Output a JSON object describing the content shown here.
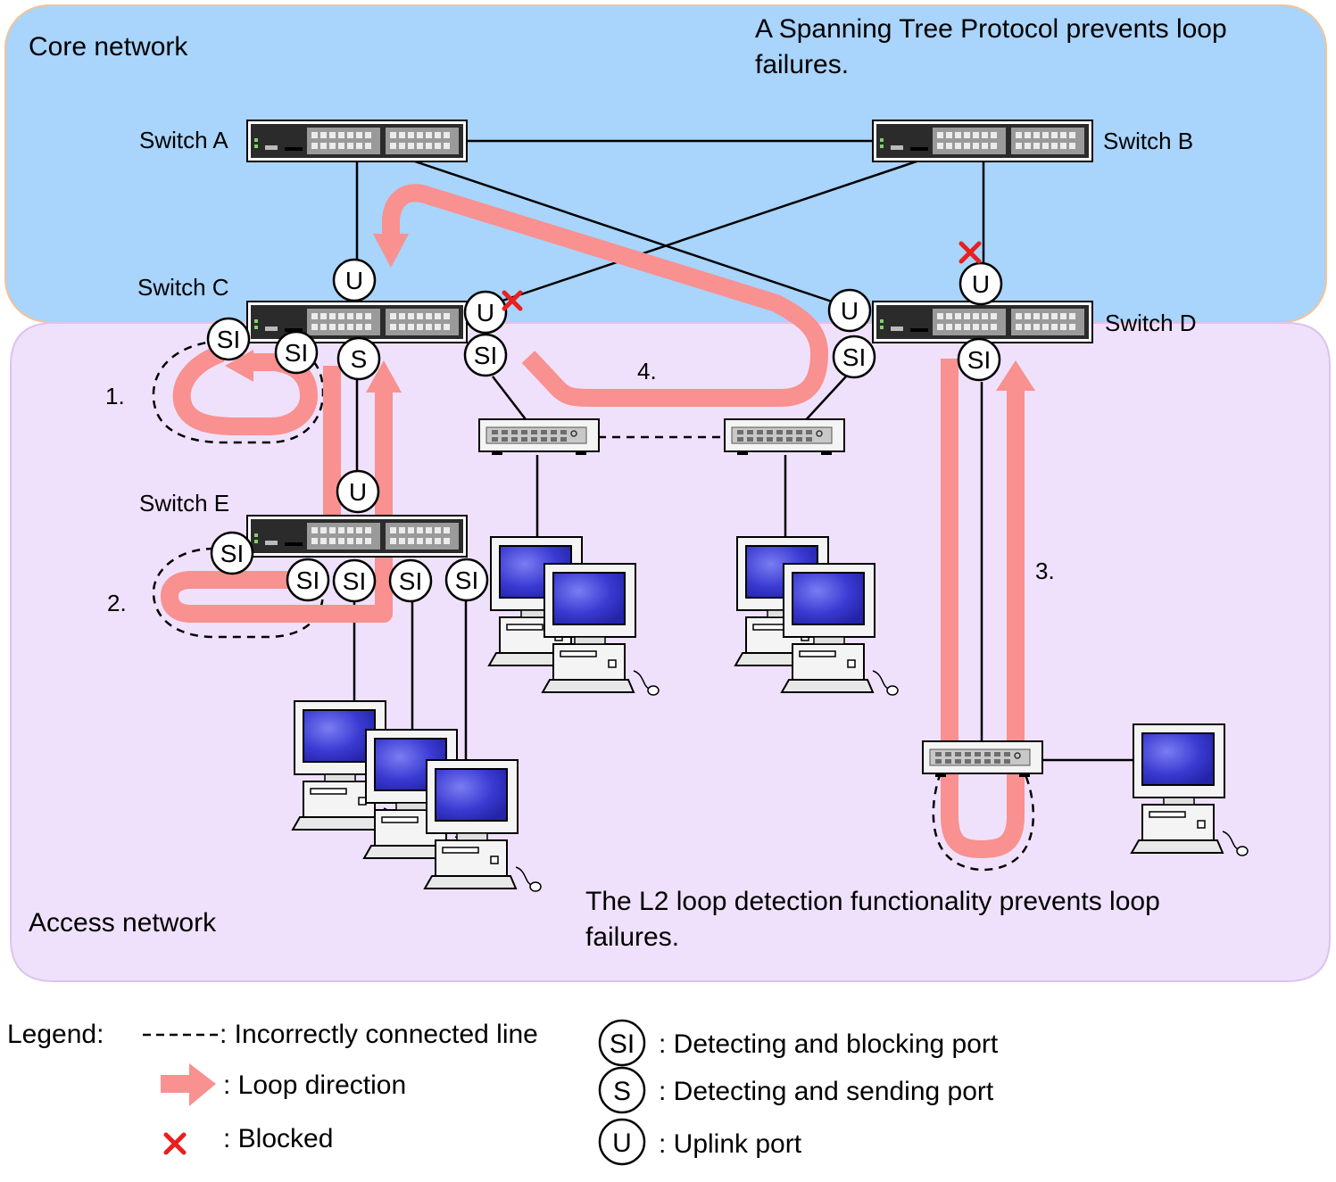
{
  "zones": {
    "core": {
      "label": "Core network",
      "fill": "#a9d4fb",
      "stroke": "#f4c396"
    },
    "access": {
      "label": "Access network",
      "fill": "#efe1fb",
      "stroke": "#dcc3ef"
    }
  },
  "notes": {
    "stp": [
      "A Spanning Tree Protocol prevents loop",
      "failures."
    ],
    "l2": [
      "The L2 loop detection functionality prevents loop",
      "failures."
    ]
  },
  "switches": {
    "a": "Switch A",
    "b": "Switch B",
    "c": "Switch C",
    "d": "Switch D",
    "e": "Switch E"
  },
  "loop_numbers": {
    "one": "1.",
    "two": "2.",
    "three": "3.",
    "four": "4."
  },
  "port_marks": {
    "si": "SI",
    "s": "S",
    "u": "U"
  },
  "colors": {
    "loop": "#f8918f",
    "blocked": "#e8201f"
  },
  "legend": {
    "title": "Legend:",
    "items": [
      {
        "icon": "dashed-line",
        "text": ": Incorrectly connected line"
      },
      {
        "icon": "arrow-icon",
        "text": ": Loop direction"
      },
      {
        "icon": "cross-icon",
        "text": ": Blocked"
      },
      {
        "icon": "si-circle",
        "mark": "SI",
        "text": ": Detecting and blocking port"
      },
      {
        "icon": "s-circle",
        "mark": "S",
        "text": ": Detecting and sending port"
      },
      {
        "icon": "u-circle",
        "mark": "U",
        "text": ": Uplink port"
      }
    ]
  }
}
